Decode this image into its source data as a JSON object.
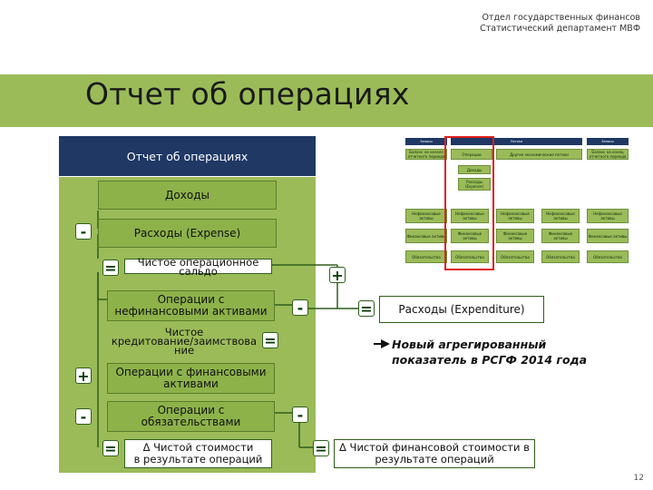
{
  "header": {
    "line1": "Отдел государственных финансов",
    "line2": "Статистический департамент МВФ"
  },
  "title": "Отчет об операциях",
  "page_number": "12",
  "left_panel": {
    "header": "Отчет об операциях",
    "revenue": "Доходы",
    "expense": "Расходы (Expense)",
    "operating_balance_l1": "Чистое операционное",
    "operating_balance_l2": "сальдо",
    "nfa_l1": "Операции с",
    "nfa_l2": "нефинансовыми активами",
    "netlend_l1": "Чистое",
    "netlend_l2": "кредитование/заимствова",
    "netlend_l3": "ние",
    "fin_assets_l1": "Операции с финансовыми",
    "fin_assets_l2": "активами",
    "liabilities_l1": "Операции с",
    "liabilities_l2": "обязательствами",
    "net_worth_l1": "Δ Чистой стоимости",
    "net_worth_l2": "в результате операций"
  },
  "right": {
    "expenditure": "Расходы (Expenditure)",
    "note_l1": "Новый агрегированный",
    "note_l2": "показатель в РСГФ 2014 года",
    "net_fin_worth_l1": "Δ Чистой финансовой стоимости в",
    "net_fin_worth_l2": "результате операций"
  },
  "signs": {
    "minus": "-",
    "plus": "+",
    "equals": "="
  },
  "thumbnail": {
    "col1": "Запасы",
    "col2": "Потоки",
    "col3": "Запасы",
    "r1a": "Баланс на начало отчетного периода",
    "r1b": "Операции",
    "r1c": "Другие экономические потоки",
    "r1d": "Баланс на конец отчетного периода",
    "income": "Доходы",
    "expense": "Расходы (Expense)",
    "nfa": "Нефинансовые активы",
    "fa": "Финансовые активы",
    "liab": "Обязательства"
  },
  "colors": {
    "band": "#9bbb59",
    "navy": "#1f3864",
    "box": "#8db24a",
    "highlight": "#e02020"
  }
}
